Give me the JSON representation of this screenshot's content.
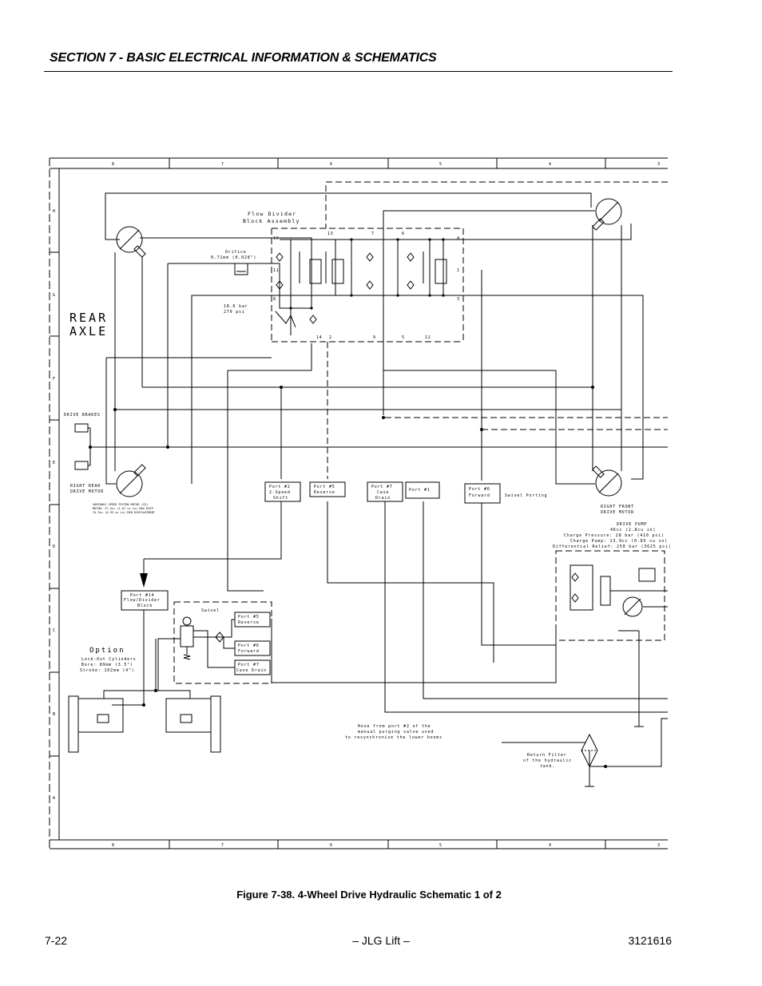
{
  "header": {
    "section_title": "SECTION 7 - BASIC ELECTRICAL INFORMATION & SCHEMATICS"
  },
  "figure": {
    "caption": "Figure 7-38.  4-Wheel Drive Hydraulic Schematic 1 of 2"
  },
  "footer": {
    "page_number": "7-22",
    "center": "– JLG Lift –",
    "doc_number": "3121616"
  },
  "schematic": {
    "zones_top": [
      "8",
      "7",
      "6",
      "5",
      "4",
      "3"
    ],
    "zones_side": [
      "H",
      "G",
      "F",
      "E",
      "D",
      "C",
      "B",
      "A"
    ],
    "rear_axle": [
      "REAR",
      "AXLE"
    ],
    "flow_divider": [
      "Flow Divider",
      "Block Assembly"
    ],
    "orifice": [
      "Orifice",
      "0.71mm (0.028\")"
    ],
    "relief": [
      "18.6 bar",
      "270 psi"
    ],
    "drive_brakes": "DRIVE BRAKES",
    "right_rear_motor": [
      "RIGHT REAR",
      "DRIVE MOTOR"
    ],
    "motor_note": [
      "VARIABLE SPEED PISTON MOTOR (X2)",
      "MOTOR: 27.4cc (1.67 cu in) MAX DISP",
      "15.3cc (0.93 cu in) MIN DISPLACEMENT"
    ],
    "right_front_motor": [
      "RIGHT FRONT",
      "DRIVE MOTOR"
    ],
    "ports": {
      "p2": [
        "Port #2",
        "2-Speed",
        "Shift"
      ],
      "p5": [
        "Port #5",
        "Reverse"
      ],
      "p7": [
        "Port #7",
        "Case",
        "Drain"
      ],
      "p1": [
        "Port #1"
      ],
      "p6": [
        "Port #6",
        "Forward"
      ],
      "p14": [
        "Port #14",
        "Flow/Divider",
        "Block"
      ]
    },
    "swivel_porting": "Swivel Porting",
    "drive_pump": [
      "DRIVE PUMP",
      "46cc (2.8cu in)",
      "Charge Pressure: 28 bar (410 psi)",
      "Charge Pump: 13.9cc (0.85 cu in)",
      "Differential Relief: 250 bar (3625 psi)"
    ],
    "swivel": "Swivel",
    "swivel_ports": [
      [
        "Port #5",
        "Reverse"
      ],
      [
        "Port #6",
        "Forward"
      ],
      [
        "Port #7",
        "Case Drain"
      ]
    ],
    "option": [
      "Option",
      "Lock-Out Cylinders",
      "Bore: 89mm (3.5\")",
      "Stroke: 102mm (4\")"
    ],
    "hose_note": [
      "Hose from port #2 of the",
      "manual purging valve used",
      "to resynchronize the lower booms"
    ],
    "return_filter": [
      "Return Filter",
      "of the hydraulic",
      "tank."
    ],
    "port_numbers": [
      "10",
      "13",
      "7",
      "6",
      "4",
      "11",
      "8",
      "3",
      "14",
      "2",
      "9",
      "5",
      "12",
      "1"
    ]
  }
}
